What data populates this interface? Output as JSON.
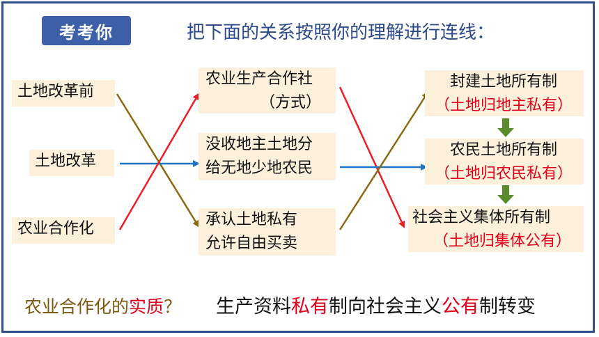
{
  "badge": "考考你",
  "instruction": "把下面的关系按照你的理解进行连线：",
  "left": [
    "土地改革前",
    "土地改革",
    "农业合作化"
  ],
  "middle": [
    {
      "line1": "农业生产合作社",
      "line2": "（方式）"
    },
    {
      "line1": "没收地主土地分",
      "line2": "给无地少地农民"
    },
    {
      "line1": "承认土地私有",
      "line2": "允许自由买卖"
    }
  ],
  "right": [
    {
      "line1": "封建土地所有制",
      "line2": "（土地归地主私有）"
    },
    {
      "line1": "农民土地所有制",
      "line2": "（土地归农民私有）"
    },
    {
      "line1": "社会主义集体所有制",
      "line2": "（土地归集体公有）"
    }
  ],
  "question": {
    "prefix": "农业合作化的",
    "highlight": "实质",
    "suffix": "？"
  },
  "answer": {
    "p1": "生产资料",
    "h1": "私有",
    "p2": "制向社会主义",
    "h2": "公有",
    "p3": "制转变"
  },
  "colors": {
    "brown": "#8a6a10",
    "blue": "#1e74c8",
    "red": "#ee1c25",
    "green": "#5a8a2a"
  }
}
